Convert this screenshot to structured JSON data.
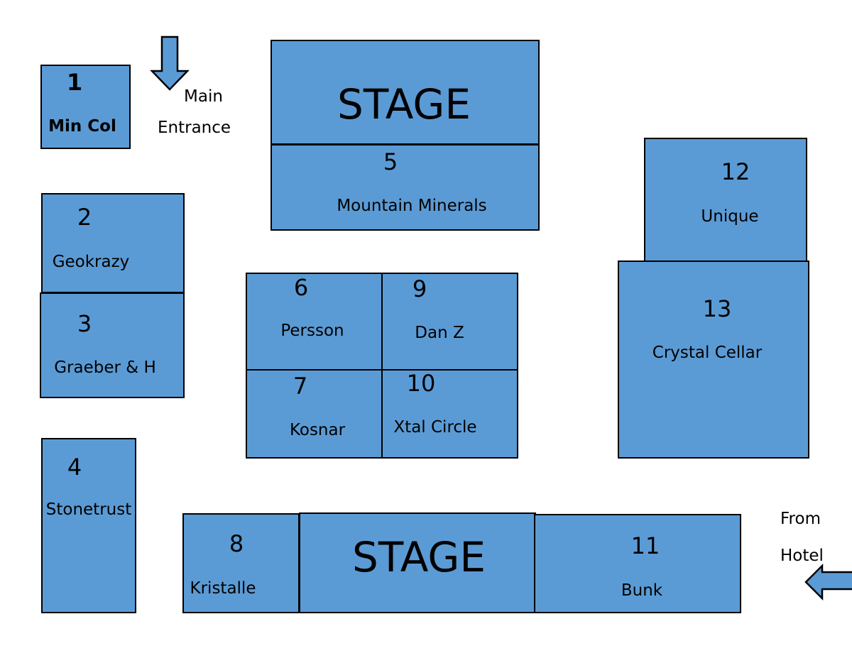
{
  "title": "Show floor plan",
  "colors": {
    "booth_fill": "#5b9bd5",
    "border": "#000000"
  },
  "entrances": {
    "main": {
      "icon": "arrow-down-icon",
      "line1": "Main",
      "line2": "Entrance"
    },
    "hotel": {
      "icon": "arrow-left-icon",
      "line1": "From",
      "line2": "Hotel"
    }
  },
  "stages": {
    "top": "STAGE",
    "bottom": "STAGE"
  },
  "booths": {
    "b1": {
      "number": "1",
      "name": "Min Col"
    },
    "b2": {
      "number": "2",
      "name": "Geokrazy"
    },
    "b3": {
      "number": "3",
      "name": "Graeber & H"
    },
    "b4": {
      "number": "4",
      "name": "Stonetrust"
    },
    "b5": {
      "number": "5",
      "name": "Mountain Minerals"
    },
    "b6": {
      "number": "6",
      "name": "Persson"
    },
    "b7": {
      "number": "7",
      "name": "Kosnar"
    },
    "b8": {
      "number": "8",
      "name": "Kristalle"
    },
    "b9": {
      "number": "9",
      "name": "Dan Z"
    },
    "b10": {
      "number": "10",
      "name": "Xtal Circle"
    },
    "b11": {
      "number": "11",
      "name": "Bunk"
    },
    "b12": {
      "number": "12",
      "name": "Unique"
    },
    "b13": {
      "number": "13",
      "name": "Crystal Cellar"
    }
  }
}
